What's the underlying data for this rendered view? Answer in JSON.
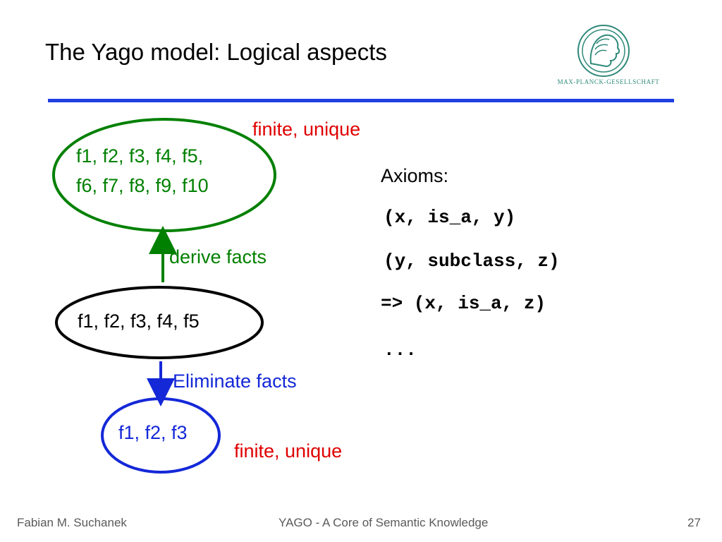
{
  "slide": {
    "title": "The Yago model: Logical aspects",
    "logo_text": "MAX-PLANCK-GESELLSCHAFT",
    "page_number": "27"
  },
  "diagram": {
    "top_label": "finite, unique",
    "top_node_line1": "f1, f2, f3, f4, f5,",
    "top_node_line2": "f6, f7, f8, f9, f10",
    "derive_label": "derive facts",
    "middle_node": "f1, f2, f3, f4, f5",
    "eliminate_label": "Eliminate facts",
    "bottom_node": "f1, f2, f3",
    "bottom_label": "finite, unique"
  },
  "axioms": {
    "heading": "Axioms:",
    "line1": "(x, is_a, y)",
    "line2": "(y, subclass, z)",
    "line3": "=> (x, is_a, z)",
    "line4": "..."
  },
  "footer": {
    "author": "Fabian M. Suchanek",
    "center": "YAGO - A Core of Semantic Knowledge"
  },
  "colors": {
    "accent_rule": "#1f3fe0",
    "red": "#e00000",
    "green": "#008000",
    "blue": "#1428d8",
    "logo": "#2f8a7a"
  }
}
